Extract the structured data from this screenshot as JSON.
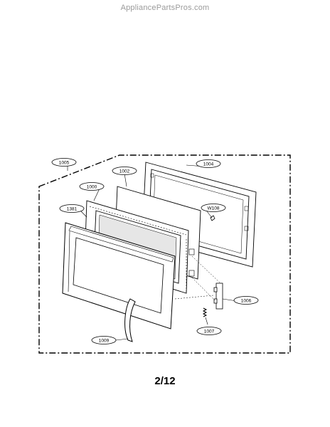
{
  "watermark": "AppliancePartsPros.com",
  "page_number": "2/12",
  "callouts": [
    {
      "id": "1005",
      "label": "1005"
    },
    {
      "id": "1002",
      "label": "1002"
    },
    {
      "id": "1004",
      "label": "1004"
    },
    {
      "id": "1000",
      "label": "1000"
    },
    {
      "id": "1381",
      "label": "1381"
    },
    {
      "id": "W108",
      "label": "W108"
    },
    {
      "id": "1006",
      "label": "1006"
    },
    {
      "id": "1007",
      "label": "1007"
    },
    {
      "id": "1009",
      "label": "1009"
    }
  ]
}
